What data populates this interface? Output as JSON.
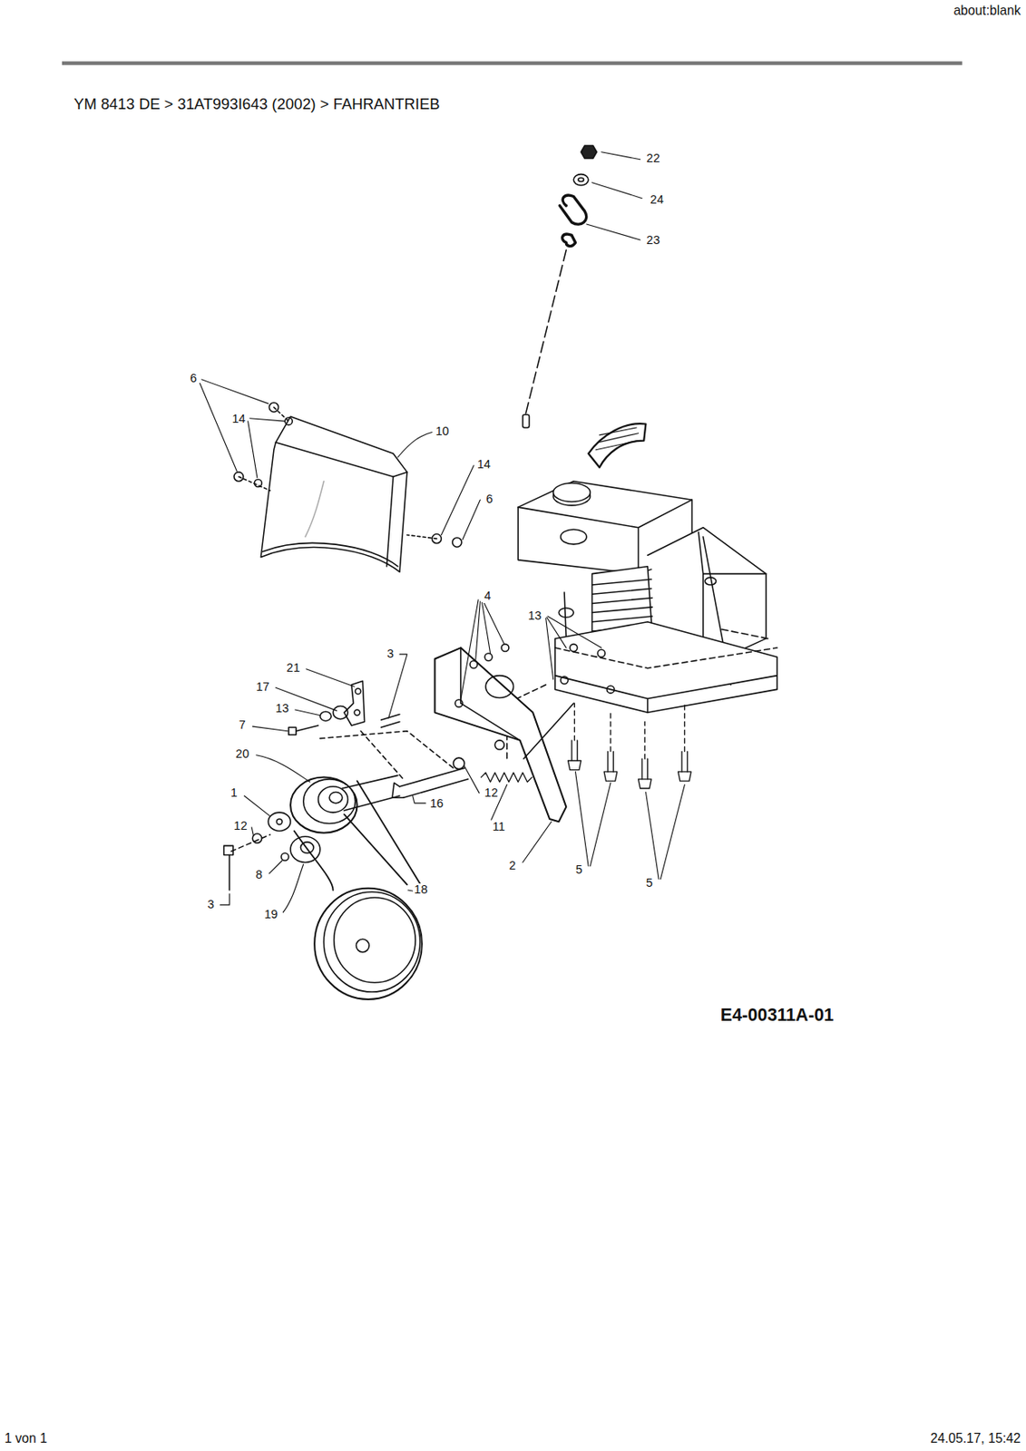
{
  "diagram": {
    "title": "YM 8413 DE  >  31AT993I643 (2002)  >  FAHRANTRIEB",
    "labels": [
      "about:blank",
      "22",
      "24",
      "23",
      "6",
      "14",
      "10",
      "14",
      "6",
      "4",
      "13",
      "3",
      "21",
      "17",
      "13",
      "7",
      "20",
      "1",
      "12",
      "16",
      "11",
      "12",
      "2",
      "5",
      "8",
      "18",
      "5",
      "3",
      "19",
      "E4-00311A-01",
      "1 von 1",
      "24.05.17, 15:42"
    ]
  }
}
